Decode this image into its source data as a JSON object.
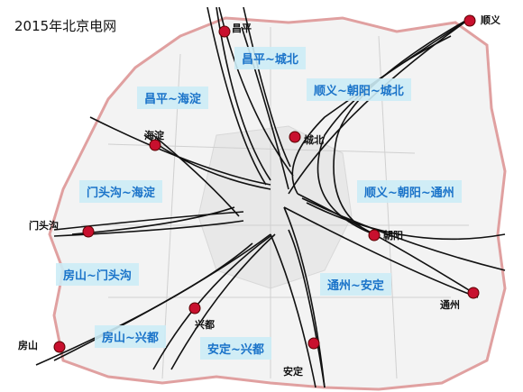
{
  "title": "2015年北京电网",
  "colors": {
    "lines": "#111111",
    "node_fill": "#c8102e",
    "boundary": "#e0a0a0",
    "label_text": "#1a73c9",
    "label_bg": "#cdeef7"
  },
  "nodes": [
    {
      "id": "changping",
      "name": "昌平"
    },
    {
      "id": "shunyi",
      "name": "顺义"
    },
    {
      "id": "haidian",
      "name": "海淀"
    },
    {
      "id": "chengbei",
      "name": "城北"
    },
    {
      "id": "mentougou",
      "name": "门头沟"
    },
    {
      "id": "chaoyang",
      "name": "朝阳"
    },
    {
      "id": "tongzhou",
      "name": "通州"
    },
    {
      "id": "xingdu",
      "name": "兴都"
    },
    {
      "id": "fangshan",
      "name": "房山"
    },
    {
      "id": "anding",
      "name": "安定"
    }
  ],
  "regions": [
    {
      "id": "changping-chengbei",
      "label": "昌平~城北"
    },
    {
      "id": "changping-haidian",
      "label": "昌平~海淀"
    },
    {
      "id": "shunyi-chaoyang-chengbei",
      "label": "顺义~朝阳~城北"
    },
    {
      "id": "mentougou-haidian",
      "label": "门头沟~海淀"
    },
    {
      "id": "shunyi-chaoyang-tongzhou",
      "label": "顺义~朝阳~通州"
    },
    {
      "id": "fangshan-mentougou",
      "label": "房山~门头沟"
    },
    {
      "id": "tongzhou-anding",
      "label": "通州~安定"
    },
    {
      "id": "fangshan-xingdu",
      "label": "房山~兴都"
    },
    {
      "id": "anding-xingdu",
      "label": "安定~兴都"
    }
  ]
}
